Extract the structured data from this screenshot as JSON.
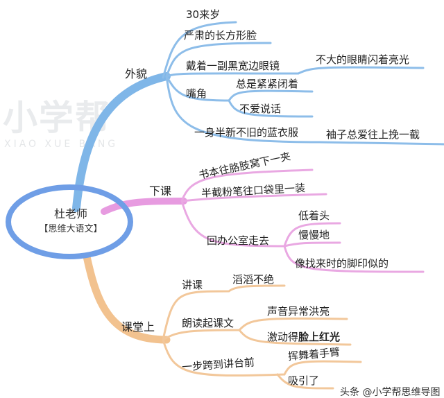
{
  "center": {
    "title": "杜老师",
    "subtitle": "【思维大语文】"
  },
  "branches": {
    "appearance": {
      "label": "外貌",
      "color": "#7fb6e8",
      "items": {
        "age": "30来岁",
        "face": "严肃的长方形脸",
        "glasses": "戴着一副黑宽边眼镜",
        "eyes": "不大的眼睛闪着亮光",
        "mouth": "嘴角",
        "mouth1": "总是紧紧闭着",
        "mouth2": "不爱说话",
        "clothes": "一身半新不旧的蓝衣服",
        "sleeves": "袖子总爱往上挽一截"
      }
    },
    "after_class": {
      "label": "下课",
      "color": "#e79be0",
      "items": {
        "books": "书本往胳肢窝下一夹",
        "chalk": "半截粉笔往口袋里一装",
        "office": "回办公室走去",
        "head": "低着头",
        "slow": "慢慢地",
        "footprint": "像找来时的脚印似的"
      }
    },
    "in_class": {
      "label": "课堂上",
      "color": "#f2c28f",
      "items": {
        "lecture": "讲课",
        "fluent": "滔滔不绝",
        "read": "朗读起课文",
        "loud": "声音异常洪亮",
        "excited": "激动得",
        "red_face": "脸上红光",
        "step": "一步跨到讲台前",
        "wave": "挥舞着手臂",
        "attract": "吸引了"
      }
    }
  },
  "watermark": {
    "text": "小学帮",
    "sub": "XIAO XUE BANG",
    "credit": "头条 @小学帮思维导图"
  }
}
